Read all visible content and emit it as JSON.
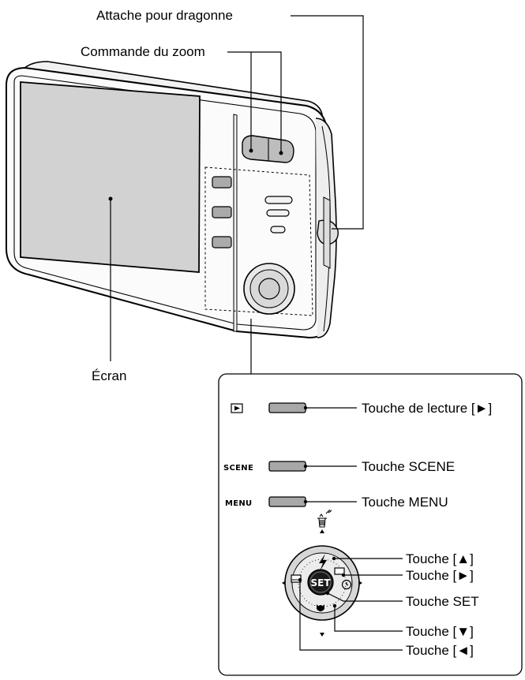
{
  "labels": {
    "strap": "Attache pour dragonne",
    "zoom": "Commande du zoom",
    "screen": "Écran",
    "playback": "Touche de lecture [►]",
    "scene": "Touche SCENE",
    "menu": "Touche MENU",
    "up": "Touche [▲]",
    "right": "Touche [►]",
    "set": "Touche SET",
    "down": "Touche [▼]",
    "left": "Touche [◄]"
  },
  "button_marks": {
    "scene": "SCENE",
    "menu": "MENU",
    "set": "SET"
  },
  "icons": {
    "playback": "playback-icon",
    "trash": "trash-icon",
    "flash": "flash-icon",
    "macro": "macro-icon",
    "timer": "self-timer-icon"
  }
}
